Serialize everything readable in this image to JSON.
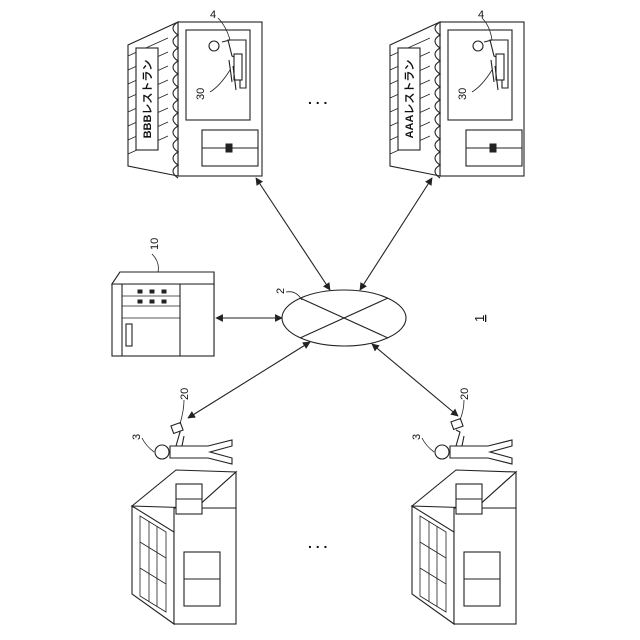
{
  "labels": {
    "system": "1",
    "network": "2",
    "server": "10",
    "user_left": "3",
    "user_right": "3",
    "terminal_left": "20",
    "terminal_right": "20",
    "store_left_printer": "4",
    "store_right_printer": "4",
    "store_left_device": "30",
    "store_right_device": "30"
  },
  "restaurants": {
    "left": "BBBレストラン",
    "right": "AAAレストラン"
  },
  "ellipsis": {
    "top": ". . .",
    "bottom": ". . ."
  }
}
